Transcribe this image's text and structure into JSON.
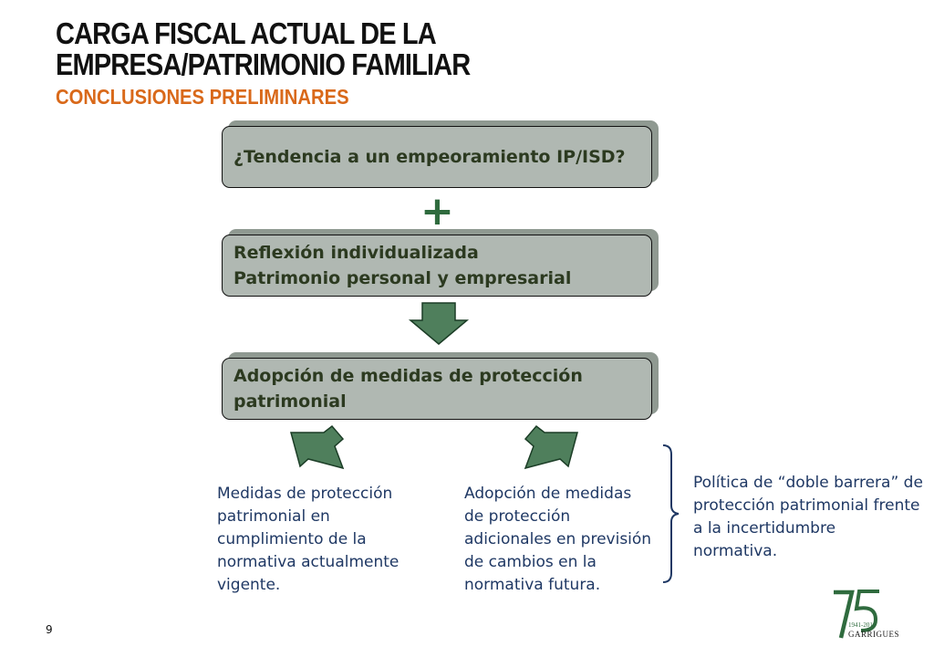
{
  "header": {
    "title_line1": "CARGA FISCAL ACTUAL DE LA",
    "title_line2": "EMPRESA/PATRIMONIO FAMILIAR",
    "subtitle": "CONCLUSIONES PRELIMINARES"
  },
  "flow": {
    "box1": "¿Tendencia a un empeoramiento IP/ISD?",
    "plus": "+",
    "box2_line1": "Reflexión individualizada",
    "box2_line2": "Patrimonio personal y empresarial",
    "box3_line1": "Adopción de medidas de protección",
    "box3_line2": "patrimonial"
  },
  "columns": {
    "left": [
      "Medidas de protección",
      "patrimonial en",
      "cumplimiento de la",
      "normativa actualmente",
      "vigente."
    ],
    "middle": [
      "Adopción de medidas",
      "de protección",
      "adicionales en previsión",
      "de cambios en la",
      "normativa futura."
    ],
    "right": [
      "Política de “doble barrera” de",
      "protección patrimonial frente",
      "a la incertidumbre",
      "normativa."
    ]
  },
  "footer": {
    "page_number": "9",
    "logo_years": "1941-2016",
    "logo_name": "GARRIGUES"
  },
  "colors": {
    "title": "#111111",
    "subtitle": "#d9691a",
    "box_fill": "#b0b8b2",
    "box_text": "#2c3a20",
    "arrow_fill": "#4f7f5c",
    "body_text": "#1f3864",
    "logo_green": "#2f6b3e"
  }
}
